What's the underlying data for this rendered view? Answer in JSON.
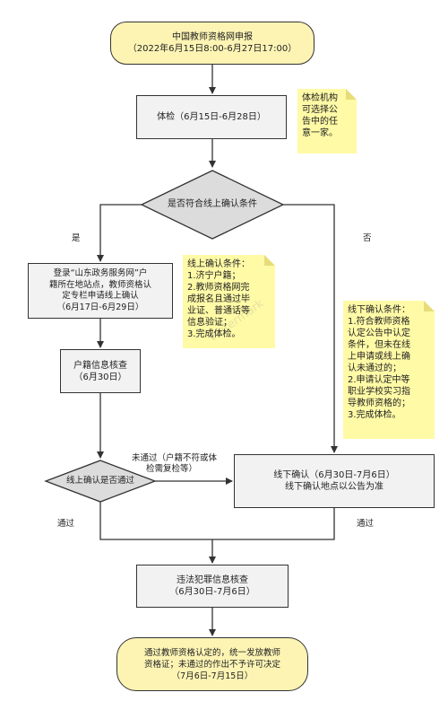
{
  "start": {
    "line1": "中国教师资格网申报",
    "line2": "（2022年6月15日8:00-6月27日17:00）"
  },
  "physical_exam": {
    "label": "体检（6月15日-6月28日）"
  },
  "note_exam": {
    "text": "体检机构\n可选择公\n告中的任\n意一家。"
  },
  "decision_online": {
    "label": "是否符合线上确认条件"
  },
  "label_yes": "是",
  "label_no": "否",
  "online_register": {
    "line1": "登录“山东政务服务网”户",
    "line2": "籍所在地站点，教师资格认",
    "line3": "定专栏申请线上确认",
    "line4": "（6月17日-6月29日）"
  },
  "note_online": {
    "text": "线上确认条件：\n1.济宁户籍；\n2.教师资格网完\n成报名且通过毕\n业证、普通话等\n信息验证；\n3.完成体检。"
  },
  "note_offline": {
    "text": "线下确认条件：\n1.符合教师资格\n认定公告中认定\n条件，但未在线\n上申请或线上确\n认未通过的；\n2.申请认定中等\n职业学校实习指\n导教师资格的；\n3.完成体检。"
  },
  "household_check": {
    "line1": "户籍信息核查",
    "line2": "（6月30日）"
  },
  "decision_pass": {
    "label": "线上确认是否通过"
  },
  "label_not_pass": {
    "line1": "未通过（户籍不符或体",
    "line2": "检需复检等）"
  },
  "offline_confirm": {
    "line1": "线下确认（6月30日-7月6日）",
    "line2": "线下确认地点以公告为准"
  },
  "label_pass_left": "通过",
  "label_pass_right": "通过",
  "crime_check": {
    "line1": "违法犯罪信息核查",
    "line2": "（6月30日-7月6日）"
  },
  "end": {
    "line1": "通过教师资格认定的，统一发放教师",
    "line2": "资格证；未通过的作出不予许可决定",
    "line3": "（7月6日-7月15日）"
  },
  "watermark": "Watermark"
}
